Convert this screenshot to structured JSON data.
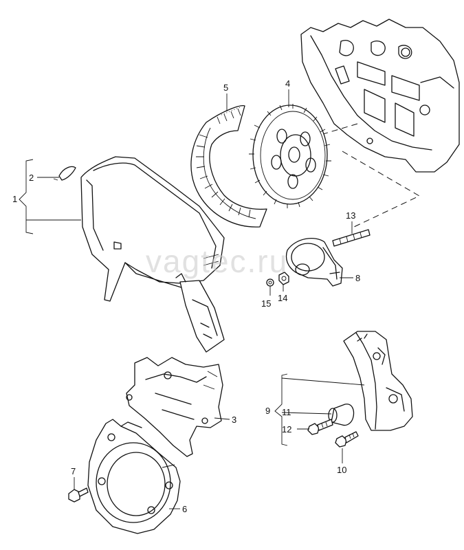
{
  "watermark": "vagtec.ru",
  "callouts": {
    "c1": "1",
    "c2": "2",
    "c3": "3",
    "c4": "4",
    "c5": "5",
    "c6": "6",
    "c7": "7",
    "c8": "8",
    "c9": "9",
    "c10": "10",
    "c11": "11",
    "c12": "12",
    "c13": "13",
    "c14": "14",
    "c15": "15"
  }
}
